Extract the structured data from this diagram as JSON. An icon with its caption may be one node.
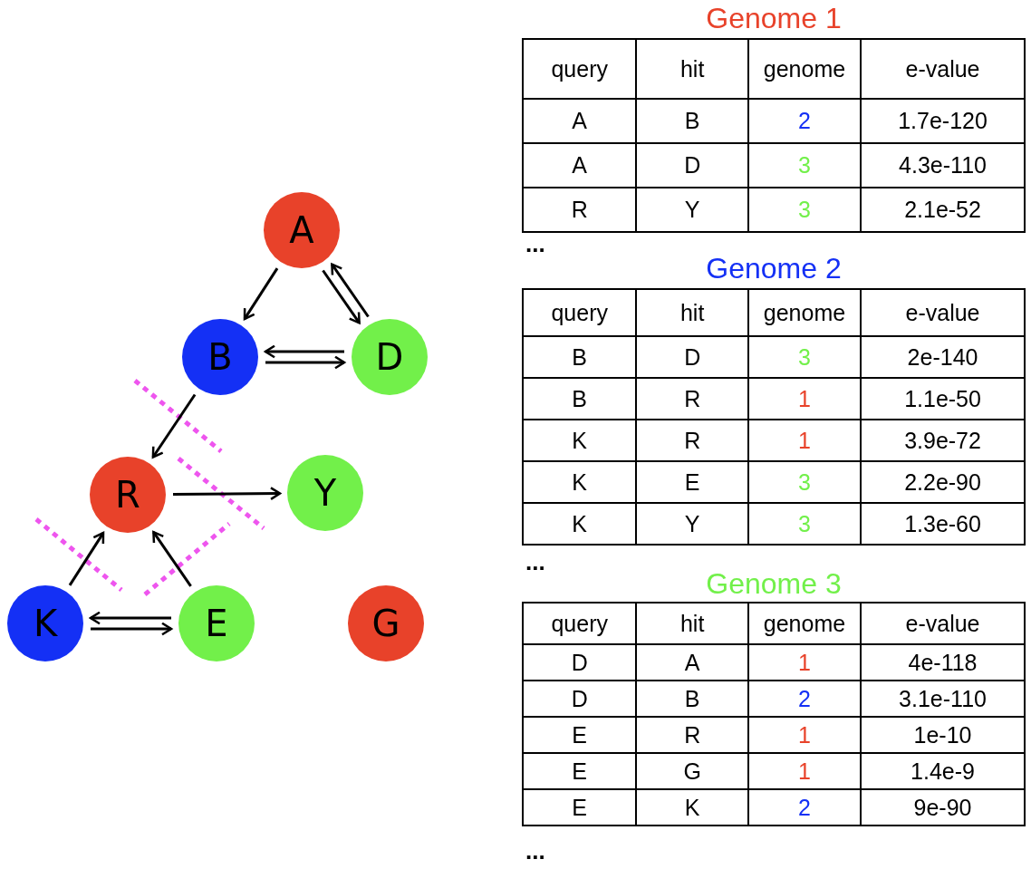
{
  "diagram": {
    "nodes": [
      {
        "text": [
          "A"
        ]
      },
      {
        "text": [
          "B"
        ]
      },
      {
        "text": [
          "D"
        ]
      },
      {
        "text": [
          "R"
        ]
      },
      {
        "text": [
          "Y"
        ]
      },
      {
        "text": [
          "K"
        ]
      },
      {
        "text": [
          "E"
        ]
      },
      {
        "text": [
          "G"
        ]
      }
    ],
    "edges": [
      {
        "from": 0,
        "to": 1,
        "arrow": "to"
      },
      {
        "from": 0,
        "to": 2,
        "arrow": "to"
      },
      {
        "from": 2,
        "to": 0,
        "arrow": "to"
      },
      {
        "from": 1,
        "to": 2,
        "arrow": "to"
      },
      {
        "from": 2,
        "to": 1,
        "arrow": "to"
      },
      {
        "from": 1,
        "to": 3,
        "arrow": "to"
      },
      {
        "from": 3,
        "to": 4,
        "arrow": "to"
      },
      {
        "from": 5,
        "to": 3,
        "arrow": "to"
      },
      {
        "from": 6,
        "to": 3,
        "arrow": "to"
      },
      {
        "from": 5,
        "to": 6,
        "arrow": "to"
      },
      {
        "from": 6,
        "to": 5,
        "arrow": "to"
      }
    ],
    "labels": [
      "Genome 1",
      "query",
      "hit",
      "genome",
      "e-value",
      "A",
      "B",
      "2",
      "1.7e-120",
      "A",
      "D",
      "3",
      "4.3e-110",
      "R",
      "Y",
      "3",
      "2.1e-52",
      "...",
      "Genome 2",
      "query",
      "hit",
      "genome",
      "e-value",
      "B",
      "D",
      "3",
      "2e-140",
      "B",
      "R",
      "1",
      "1.1e-50",
      "K",
      "R",
      "1",
      "3.9e-72",
      "K",
      "E",
      "3",
      "2.2e-90",
      "K",
      "Y",
      "3",
      "1.3e-60",
      "...",
      "Genome 3",
      "query",
      "hit",
      "genome",
      "e-value",
      "D",
      "A",
      "1",
      "4e-118",
      "D",
      "B",
      "2",
      "3.1e-110",
      "E",
      "R",
      "1",
      "1e-10",
      "E",
      "G",
      "1",
      "1.4e-9",
      "E",
      "K",
      "2",
      "9e-90",
      "..."
    ]
  }
}
